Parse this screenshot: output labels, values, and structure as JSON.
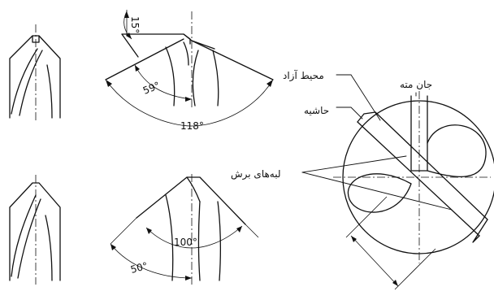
{
  "angles": {
    "top_clearance": "15°",
    "top_half": "59°",
    "top_full": "118°",
    "bottom_full": "100°",
    "bottom_half": "50°"
  },
  "labels": {
    "free_periphery": "محیط آزاد",
    "web": "جان مته",
    "margin": "حاشیه",
    "cutting_edges": "لبه‌های برش"
  }
}
